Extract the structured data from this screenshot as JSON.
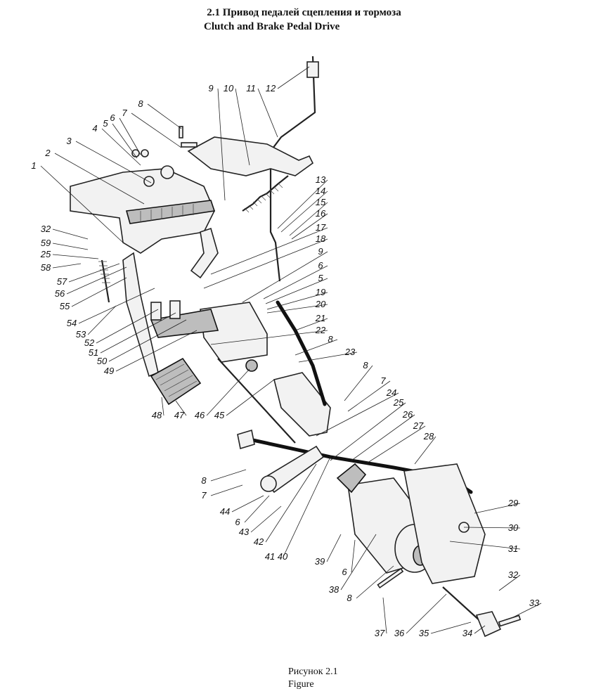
{
  "header": {
    "title_ru": "2.1 Привод педалей сцепления и тормоза",
    "title_en": "Clutch and Brake Pedal Drive"
  },
  "figure": {
    "caption_ru": "Рисунок 2.1",
    "caption_en": "Figure"
  },
  "callouts": [
    "1",
    "2",
    "3",
    "4",
    "5",
    "6",
    "7",
    "8",
    "9",
    "10",
    "11",
    "12",
    "13",
    "14",
    "15",
    "16",
    "17",
    "18",
    "9",
    "6",
    "5",
    "19",
    "20",
    "21",
    "22",
    "8",
    "23",
    "8",
    "7",
    "24",
    "25",
    "26",
    "27",
    "28",
    "29",
    "30",
    "31",
    "32",
    "33",
    "34",
    "35",
    "36",
    "37",
    "8",
    "38",
    "6",
    "39",
    "41 40",
    "42",
    "43",
    "6",
    "44",
    "7",
    "8",
    "45",
    "46",
    "47",
    "48",
    "49",
    "50",
    "51",
    "52",
    "53",
    "54",
    "55",
    "56",
    "57",
    "58",
    "25",
    "59",
    "32"
  ]
}
